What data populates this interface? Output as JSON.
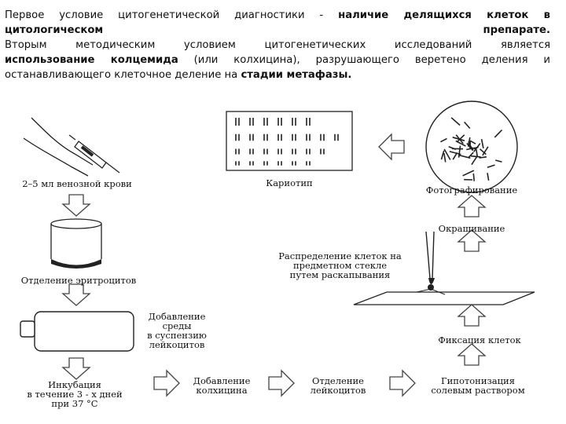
{
  "intro": {
    "line1_a": "Первое условие цитогенетической диагностики - ",
    "line1_b": "наличие делящихся клеток в",
    "line2_a": "цитологическом",
    "line2_b": "препарате.",
    "line3": "Вторым методическим условием цитогенетических исследований является",
    "line4_a": "использование колцемида",
    "line4_b": " (или колхицина), разрушающего веретено деления и",
    "line5_a": "останавливающего клеточное деление на ",
    "line5_b": "стадии метафазы."
  },
  "labels": {
    "blood": "2–5 мл венозной крови",
    "erythro": "Отделение эритроцитов",
    "medium": [
      "Добавление",
      "среды",
      "в суспензию",
      "лейкоцитов"
    ],
    "incubation": [
      "Инкубация",
      "в течение 3 - х дней",
      "при 37 °С"
    ],
    "colchicine": [
      "Добавление",
      "колхицина"
    ],
    "leuko": [
      "Отделение",
      "лейкоцитов"
    ],
    "hypotonic": [
      "Гипотонизация",
      "солевым раствором"
    ],
    "fixation": "Фиксация клеток",
    "spread": [
      "Распределение клеток на",
      "предметном стекле",
      "путем раскапывания"
    ],
    "staining": "Окрашивание",
    "photo": "Фотографирование",
    "karyotype": "Кариотип"
  }
}
